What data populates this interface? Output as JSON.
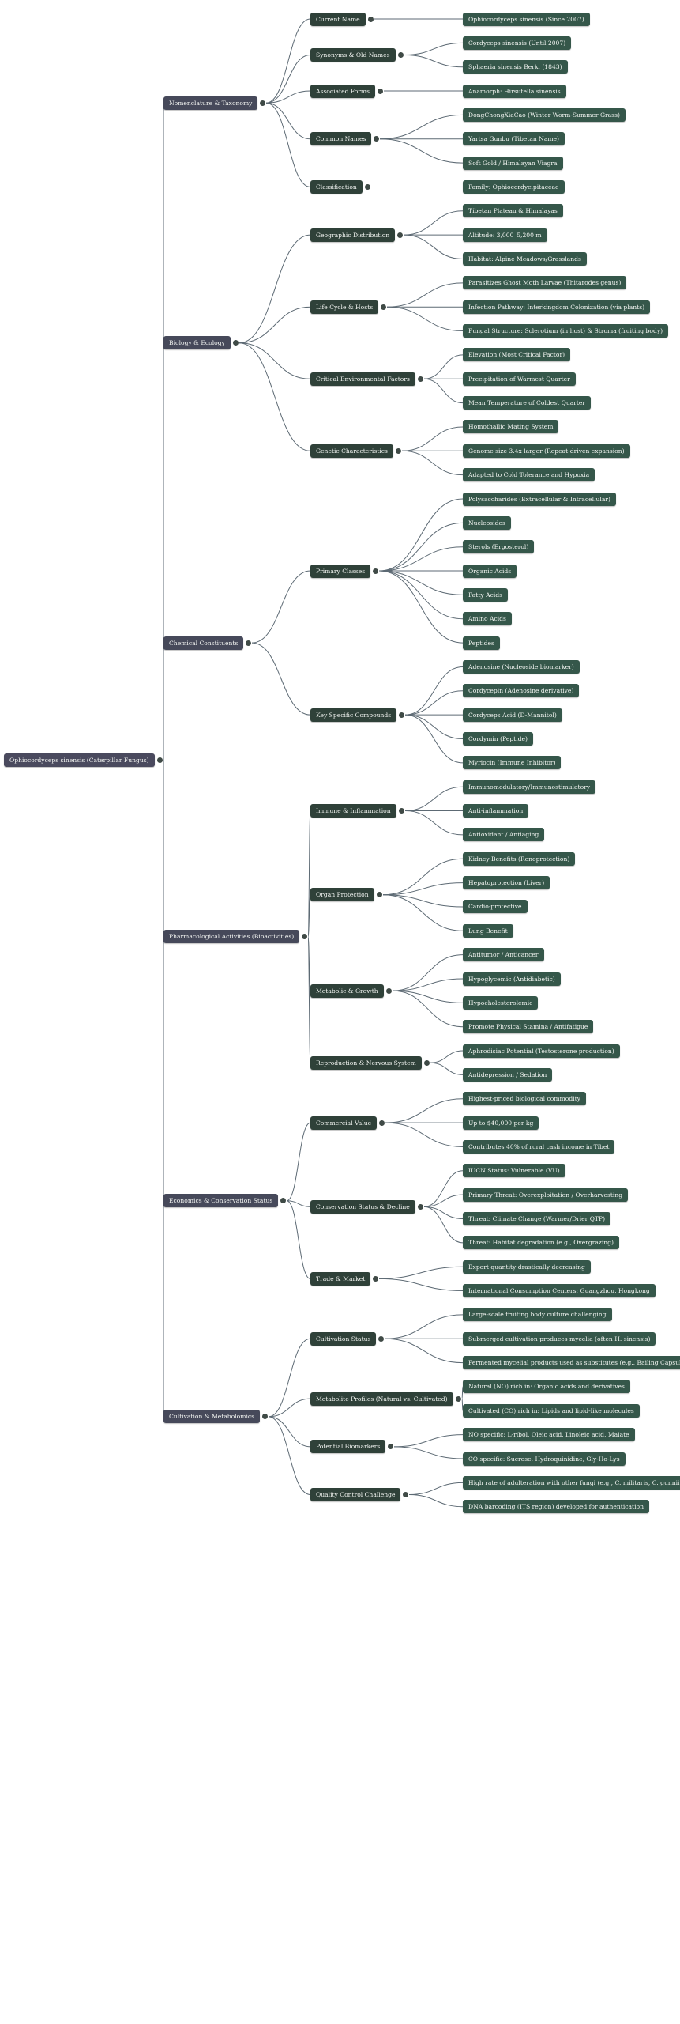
{
  "root": {
    "label": "Ophiocordyceps sinensis (Caterpillar Fungus)",
    "children": [
      {
        "label": "Nomenclature & Taxonomy",
        "children": [
          {
            "label": "Current Name",
            "children": [
              {
                "label": "Ophiocordyceps sinensis (Since 2007)"
              }
            ]
          },
          {
            "label": "Synonyms & Old Names",
            "children": [
              {
                "label": "Cordyceps sinensis (Until 2007)"
              },
              {
                "label": "Sphaeria sinensis Berk. (1843)"
              }
            ]
          },
          {
            "label": "Associated Forms",
            "children": [
              {
                "label": "Anamorph: Hirsutella sinensis"
              }
            ]
          },
          {
            "label": "Common Names",
            "children": [
              {
                "label": "DongChongXiaCao (Winter Worm-Summer Grass)"
              },
              {
                "label": "Yartsa Gunbu (Tibetan Name)"
              },
              {
                "label": "Soft Gold / Himalayan Viagra"
              }
            ]
          },
          {
            "label": "Classification",
            "children": [
              {
                "label": "Family: Ophiocordycipitaceae"
              }
            ]
          }
        ]
      },
      {
        "label": "Biology & Ecology",
        "children": [
          {
            "label": "Geographic Distribution",
            "children": [
              {
                "label": "Tibetan Plateau & Himalayas"
              },
              {
                "label": "Altitude: 3,000–5,200 m"
              },
              {
                "label": "Habitat: Alpine Meadows/Grasslands"
              }
            ]
          },
          {
            "label": "Life Cycle & Hosts",
            "children": [
              {
                "label": "Parasitizes Ghost Moth Larvae (Thitarodes genus)"
              },
              {
                "label": "Infection Pathway: Interkingdom Colonization (via plants)"
              },
              {
                "label": "Fungal Structure: Sclerotium (in host) & Stroma (fruiting body)"
              }
            ]
          },
          {
            "label": "Critical Environmental Factors",
            "children": [
              {
                "label": "Elevation (Most Critical Factor)"
              },
              {
                "label": "Precipitation of Warmest Quarter"
              },
              {
                "label": "Mean Temperature of Coldest Quarter"
              }
            ]
          },
          {
            "label": "Genetic Characteristics",
            "children": [
              {
                "label": "Homothallic Mating System"
              },
              {
                "label": "Genome size 3.4x larger (Repeat-driven expansion)"
              },
              {
                "label": "Adapted to Cold Tolerance and Hypoxia"
              }
            ]
          }
        ]
      },
      {
        "label": "Chemical Constituents",
        "children": [
          {
            "label": "Primary Classes",
            "children": [
              {
                "label": "Polysaccharides (Extracellular & Intracellular)"
              },
              {
                "label": "Nucleosides"
              },
              {
                "label": "Sterols (Ergosterol)"
              },
              {
                "label": "Organic Acids"
              },
              {
                "label": "Fatty Acids"
              },
              {
                "label": "Amino Acids"
              },
              {
                "label": "Peptides"
              }
            ]
          },
          {
            "label": "Key Specific Compounds",
            "children": [
              {
                "label": "Adenosine (Nucleoside biomarker)"
              },
              {
                "label": "Cordycepin (Adenosine derivative)"
              },
              {
                "label": "Cordyceps Acid (D-Mannitol)"
              },
              {
                "label": "Cordymin (Peptide)"
              },
              {
                "label": "Myriocin (Immune Inhibitor)"
              }
            ]
          }
        ]
      },
      {
        "label": "Pharmacological Activities (Bioactivities)",
        "children": [
          {
            "label": "Immune & Inflammation",
            "children": [
              {
                "label": "Immunomodulatory/Immunostimulatory"
              },
              {
                "label": "Anti-inflammation"
              },
              {
                "label": "Antioxidant / Antiaging"
              }
            ]
          },
          {
            "label": "Organ Protection",
            "children": [
              {
                "label": "Kidney Benefits (Renoprotection)"
              },
              {
                "label": "Hepatoprotection (Liver)"
              },
              {
                "label": "Cardio-protective"
              },
              {
                "label": "Lung Benefit"
              }
            ]
          },
          {
            "label": "Metabolic & Growth",
            "children": [
              {
                "label": "Antitumor / Anticancer"
              },
              {
                "label": "Hypoglycemic (Antidiabetic)"
              },
              {
                "label": "Hypocholesterolemic"
              },
              {
                "label": "Promote Physical Stamina / Antifatigue"
              }
            ]
          },
          {
            "label": "Reproduction & Nervous System",
            "children": [
              {
                "label": "Aphrodisiac Potential (Testosterone production)"
              },
              {
                "label": "Antidepression / Sedation"
              }
            ]
          }
        ]
      },
      {
        "label": "Economics & Conservation Status",
        "children": [
          {
            "label": "Commercial Value",
            "children": [
              {
                "label": "Highest-priced biological commodity"
              },
              {
                "label": "Up to $40,000 per kg"
              },
              {
                "label": "Contributes 40% of rural cash income in Tibet"
              }
            ]
          },
          {
            "label": "Conservation Status & Decline",
            "children": [
              {
                "label": "IUCN Status: Vulnerable (VU)"
              },
              {
                "label": "Primary Threat: Overexploitation / Overharvesting"
              },
              {
                "label": "Threat: Climate Change (Warmer/Drier QTP)"
              },
              {
                "label": "Threat: Habitat degradation (e.g., Overgrazing)"
              }
            ]
          },
          {
            "label": "Trade & Market",
            "children": [
              {
                "label": "Export quantity drastically decreasing"
              },
              {
                "label": "International Consumption Centers: Guangzhou, Hongkong"
              }
            ]
          }
        ]
      },
      {
        "label": "Cultivation & Metabolomics",
        "children": [
          {
            "label": "Cultivation Status",
            "children": [
              {
                "label": "Large-scale fruiting body culture challenging"
              },
              {
                "label": "Submerged cultivation produces mycelia (often H. sinensis)"
              },
              {
                "label": "Fermented mycelial products used as substitutes (e.g., Bailing Capsule)"
              }
            ]
          },
          {
            "label": "Metabolite Profiles (Natural vs. Cultivated)",
            "children": [
              {
                "label": "Natural (NO) rich in: Organic acids and derivatives"
              },
              {
                "label": "Cultivated (CO) rich in: Lipids and lipid-like molecules"
              }
            ]
          },
          {
            "label": "Potential Biomarkers",
            "children": [
              {
                "label": "NO specific: L-ribol, Oleic acid, Linoleic acid, Malate"
              },
              {
                "label": "CO specific: Sucrose, Hydroquinidine, Gly-Ho-Lys"
              }
            ]
          },
          {
            "label": "Quality Control Challenge",
            "children": [
              {
                "label": "High rate of adulteration with other fungi (e.g., C. militaris, C. gunnii)"
              },
              {
                "label": "DNA barcoding (ITS region) developed for authentication"
              }
            ]
          }
        ]
      }
    ]
  }
}
